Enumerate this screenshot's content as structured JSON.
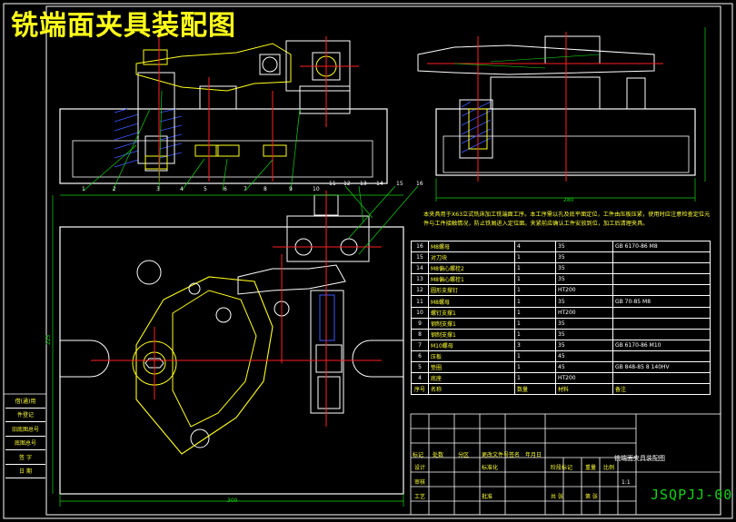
{
  "title": "铣端面夹具装配图",
  "drawing_code": "JSQPJJ-00",
  "drawing_name": "铣端面夹具装配图",
  "tech_note": "本夹具用于X63立式铣床加工铣端面工序。本工序需以孔及底平面定位，工件由压板压紧，使用时应注意检查定位元件与工件接触情况，防止铁屑进入定位面。夹紧前应确认工件安放到位，加工后清理夹具。",
  "side_labels": [
    "借(通)用",
    "件登记",
    "旧底图总号",
    "底图总号",
    "签 字",
    "日 期"
  ],
  "callouts": [
    "1",
    "2",
    "3",
    "4",
    "5",
    "6",
    "7",
    "8",
    "9",
    "10",
    "11",
    "12",
    "13",
    "14",
    "15",
    "16"
  ],
  "dimensions": {
    "top_width": "280",
    "mid_width": "300",
    "height": "225"
  },
  "bom": {
    "header": [
      "序号",
      "名称",
      "数量",
      "材料",
      "备注"
    ],
    "rows": [
      [
        "16",
        "M8螺母",
        "4",
        "35",
        "GB 6170-86 M8"
      ],
      [
        "15",
        "对刀块",
        "1",
        "35",
        ""
      ],
      [
        "14",
        "M8偏心螺栓2",
        "1",
        "35",
        ""
      ],
      [
        "13",
        "M8偏心螺栓1",
        "1",
        "35",
        ""
      ],
      [
        "12",
        "圆形支撑钉",
        "1",
        "HT200",
        ""
      ],
      [
        "11",
        "M8螺母",
        "1",
        "35",
        "GB 70-85 M8"
      ],
      [
        "10",
        "螺钉支撑1",
        "1",
        "HT200",
        ""
      ],
      [
        "9",
        "钢制支撑1",
        "1",
        "35",
        ""
      ],
      [
        "8",
        "钢制支撑1",
        "1",
        "35",
        ""
      ],
      [
        "7",
        "M10螺母",
        "3",
        "35",
        "GB 6170-86 M10"
      ],
      [
        "6",
        "压板",
        "1",
        "45",
        ""
      ],
      [
        "5",
        "垫圈",
        "1",
        "45",
        "GB 848-85 8 140HV"
      ],
      [
        "4",
        "底座",
        "1",
        "HT200",
        ""
      ]
    ]
  },
  "title_block": [
    "标记",
    "处数",
    "分区",
    "更改文件号",
    "签名",
    "年月日",
    "设计",
    "标准化",
    "审核",
    "工艺",
    "批准",
    "阶段标记",
    "重量",
    "比例",
    "共 张",
    "第 张",
    "1:1"
  ],
  "colors": {
    "bg": "#000000",
    "line": "#ffffff",
    "yellow": "#ffff1a",
    "green": "#12d412",
    "red": "#ff2020",
    "blue": "#3a58ff",
    "cyan": "#28d8ff",
    "magenta": "#ff22ff"
  }
}
